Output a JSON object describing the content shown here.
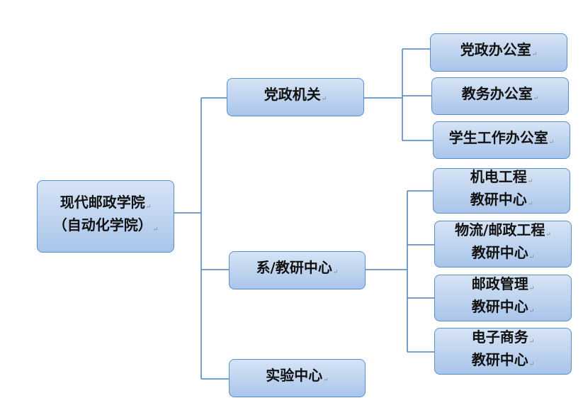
{
  "nodes": {
    "root": [
      "现代邮政学院",
      "（自动化学院）"
    ],
    "party": [
      "党政机关"
    ],
    "dept": [
      "系/教研中心"
    ],
    "lab": [
      "实验中心"
    ],
    "party_children": [
      [
        "党政办公室"
      ],
      [
        "教务办公室"
      ],
      [
        "学生工作办公室"
      ]
    ],
    "dept_children": [
      [
        "机电工程",
        "教研中心"
      ],
      [
        "物流/邮政工程",
        "教研中心"
      ],
      [
        "邮政管理",
        "教研中心"
      ],
      [
        "电子商务",
        "教研中心"
      ]
    ]
  },
  "colors": {
    "box_top": "#d6e4f5",
    "box_bottom": "#a9c5ea",
    "border": "#5b8fc9",
    "connector": "#4f81bd"
  }
}
